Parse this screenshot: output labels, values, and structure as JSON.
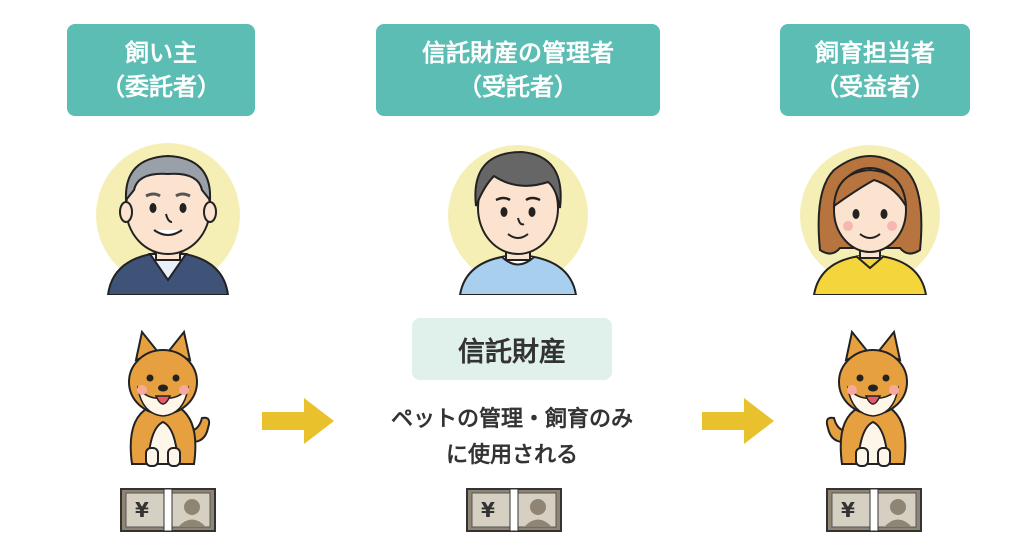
{
  "roles": [
    {
      "title": "飼い主",
      "subtitle": "（委託者）"
    },
    {
      "title": "信託財産の管理者",
      "subtitle": "（受託者）"
    },
    {
      "title": "飼育担当者",
      "subtitle": "（受益者）"
    }
  ],
  "trust_asset": {
    "label": "信託財産"
  },
  "usage": {
    "line1": "ペットの管理・飼育のみ",
    "line2": "に使用される"
  },
  "bill": {
    "symbol": "¥"
  },
  "colors": {
    "label_bg": "#5bbdb3",
    "label_text": "#ffffff",
    "trust_bg": "#e0f1ec",
    "arrow": "#e8c12c",
    "circle": "#f6efb5",
    "dog": "#e6a03f"
  }
}
